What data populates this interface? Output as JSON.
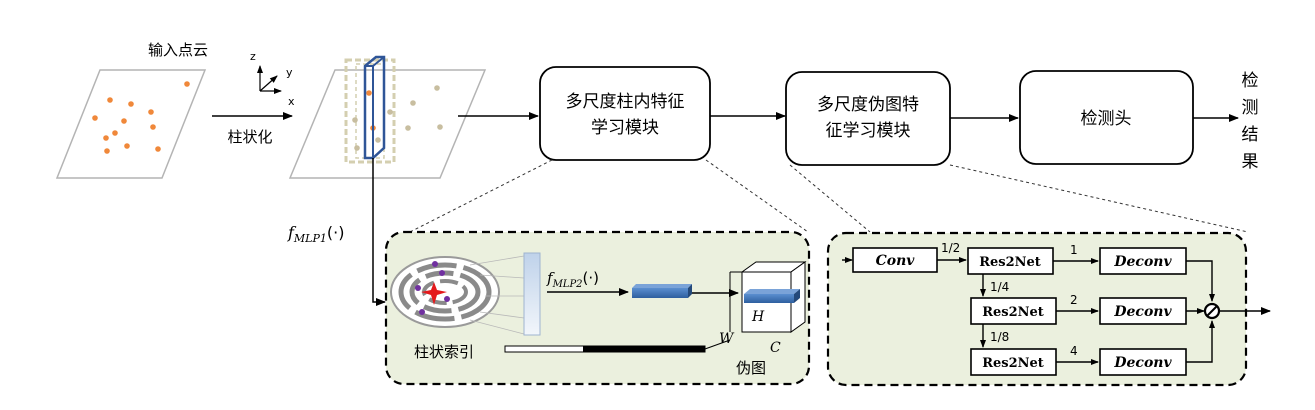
{
  "input": {
    "label": "输入点云"
  },
  "axes": {
    "z": "z",
    "y": "y",
    "x": "x"
  },
  "pillarize": {
    "label": "柱状化"
  },
  "modules": {
    "intra_pillar": {
      "line1": "多尺度柱内特征",
      "line2": "学习模块"
    },
    "pseudo_image": {
      "line1": "多尺度伪图特",
      "line2": "征学习模块"
    },
    "head": {
      "label": "检测头"
    }
  },
  "output": {
    "chars": [
      "检",
      "测",
      "结",
      "果"
    ]
  },
  "mlp": {
    "f1": "f",
    "f1_sub": "MLP1",
    "f1_arg": "(·)",
    "f2": "f",
    "f2_sub": "MLP2",
    "f2_arg": "(·)"
  },
  "detail_left": {
    "pillar_index_label": "柱状索引",
    "pseudo_image_label": "伪图",
    "dim_h": "H",
    "dim_w": "W",
    "dim_c": "C"
  },
  "detail_right": {
    "conv": "Conv",
    "res2net": [
      "Res2Net",
      "Res2Net",
      "Res2Net"
    ],
    "deconv": [
      "Deconv",
      "Deconv",
      "Deconv"
    ],
    "strides": [
      "1/2",
      "1/4",
      "1/8"
    ],
    "upsample": [
      "1",
      "2",
      "4"
    ]
  },
  "colors": {
    "panel_fill": "#ebf0de",
    "point_orange": "#f0883a",
    "point_beige": "#c8bea0",
    "pillar_blue": "#2f5597",
    "feature_blue": "#4a7ec0",
    "star_red": "#e41a1c",
    "dot_purple": "#7030a0"
  }
}
